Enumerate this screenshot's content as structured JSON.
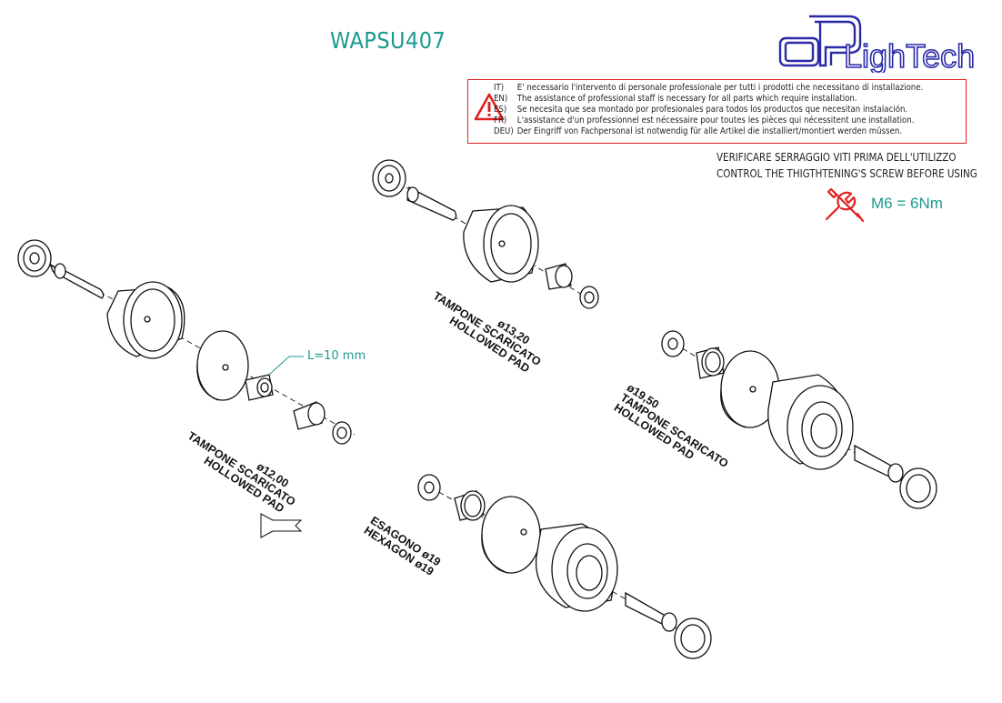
{
  "header": {
    "title": "WAPSU407",
    "logo_text": "LighTech"
  },
  "warning": {
    "rows": [
      {
        "lang": "IT)",
        "text": "E' necessario l'intervento di personale professionale per tutti i prodotti che necessitano di installazione."
      },
      {
        "lang": "EN)",
        "text": "The assistance of professional staff is necessary for all parts which require installation."
      },
      {
        "lang": "ES)",
        "text": "Se necesita que sea montado por profesionales para todos los productos que necesitan instalación."
      },
      {
        "lang": "FR)",
        "text": "L'assistance d'un professionnel est nécessaire pour toutes les pièces qui nécessitent une installation."
      },
      {
        "lang": "DEU)",
        "text": "Der Eingriff von Fachpersonal ist notwendig  für alle Artikel die installiert/montiert werden müssen."
      }
    ]
  },
  "verify": {
    "line1": "VERIFICARE SERRAGGIO VITI PRIMA DELL'UTILIZZO",
    "line2": "CONTROL THE THIGTHTENING'S SCREW BEFORE USING"
  },
  "torque": "M6 = 6Nm",
  "spacer_length": "L=10 mm",
  "labels": {
    "a": {
      "l1": "TAMPONE SCARICATO",
      "l2": "HOLLOWED PAD",
      "dia": "ø13,20"
    },
    "b": {
      "l1": "TAMPONE SCARICATO",
      "l2": "HOLLOWED PAD",
      "dia": "ø12,00"
    },
    "c": {
      "l1": "TAMPONE SCARICATO",
      "l2": "HOLLOWED PAD",
      "dia": "ø19,50"
    },
    "d": {
      "l1": "ESAGONO ø19",
      "l2": "HEXAGON ø19"
    }
  },
  "colors": {
    "accent": "#1a9a8f",
    "warning": "#e02020",
    "logo": "#2a2aa8",
    "line": "#111111"
  }
}
